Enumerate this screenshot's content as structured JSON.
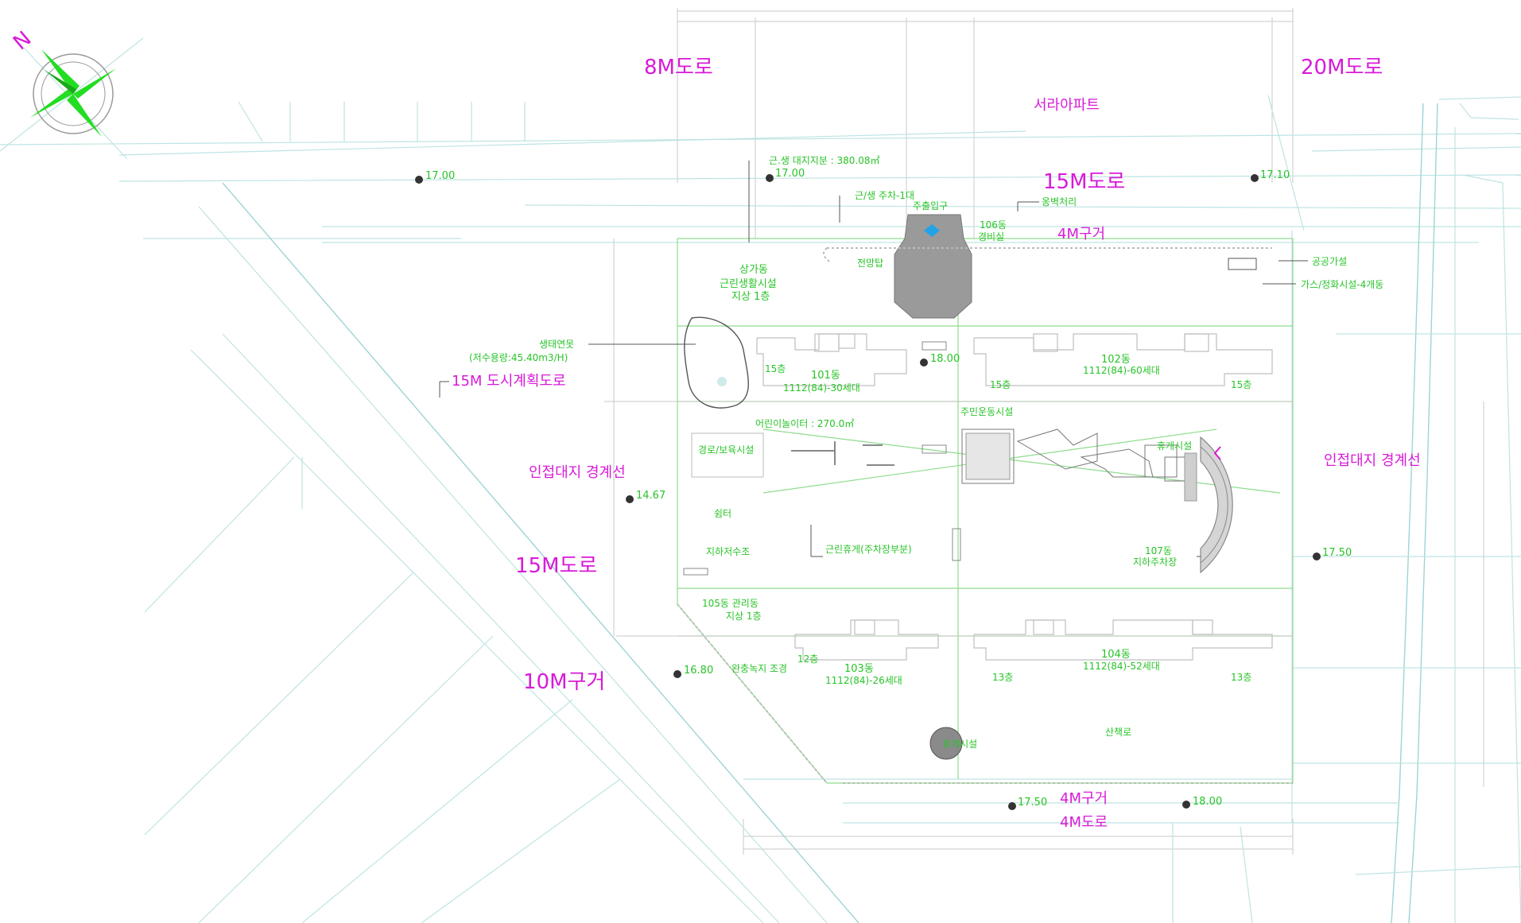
{
  "roads": {
    "r8m": "8M도로",
    "r20m": "20M도로",
    "r15m_top": "15M도로",
    "r15m_left": "15M도로",
    "r10m": "10M구거",
    "r4m_gugeo_top": "4M구거",
    "r4m_gugeo_bottom": "4M구거",
    "r4m_road": "4M도로",
    "r15m_plan": "15M 도시계획도로",
    "boundary_left": "인접대지 경계선",
    "boundary_right": "인접대지 경계선"
  },
  "neighbor": {
    "apartment": "서라아파트"
  },
  "compass": {
    "north": "N"
  },
  "levels": {
    "l1": "17.00",
    "l2": "17.00",
    "l3": "17.10",
    "l4": "18.00",
    "l5": "14.67",
    "l6": "17.50",
    "l7": "16.80",
    "l8": "17.50",
    "l9": "18.00"
  },
  "labels": {
    "site_area": "근.생 대지지분 : 380.08㎡",
    "parking": "근/생 주차-1대",
    "entrance": "주출입구",
    "tower": "전망탑",
    "guardhouse_1": "106동",
    "guardhouse_2": "경비실",
    "retaining": "옹벽처리",
    "gas": "공공가설",
    "cctv": "가스/정화시설-4개동",
    "store_1": "상가동",
    "store_2": "근린생활시설",
    "store_3": "지상 1층",
    "pond_1": "생태연못",
    "pond_2": "(저수용량:45.40m3/H)",
    "b101_floors": "15층",
    "b101_name": "101동",
    "b101_units": "1112(84)-30세대",
    "b102_floors_l": "15층",
    "b102_name": "102동",
    "b102_units": "1112(84)-60세대",
    "b102_floors_r": "15층",
    "playground": "어린이놀이터 : 270.0㎡",
    "community": "주민운동시설",
    "elderly": "경로/보육시설",
    "rest": "휴게시설",
    "garden": "쉼터",
    "water": "지하저수조",
    "drop": "근린휴게(주차장부분)",
    "b107_1": "107동",
    "b107_2": "지하주차장",
    "b105_1": "105동 관리동",
    "b105_2": "지상 1층",
    "b103_floors": "12층",
    "b103_name": "103동",
    "b103_units": "1112(84)-26세대",
    "b104_floors_l": "13층",
    "b104_name": "104동",
    "b104_units": "1112(84)-52세대",
    "b104_floors_r": "13층",
    "walkway": "산책로",
    "rest2": "휴게시설",
    "green": "완충녹지 조경"
  }
}
